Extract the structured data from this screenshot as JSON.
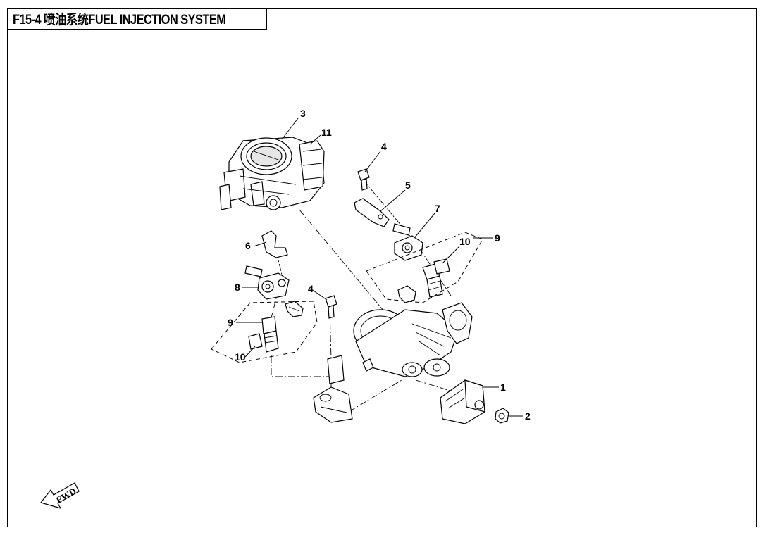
{
  "title": "F15-4 喷油系统FUEL INJECTION SYSTEM",
  "callouts": {
    "c1": "1",
    "c2": "2",
    "c3": "3",
    "c4a": "4",
    "c4b": "4",
    "c5": "5",
    "c6": "6",
    "c7": "7",
    "c8": "8",
    "c9a": "9",
    "c9b": "9",
    "c10a": "10",
    "c10b": "10",
    "c11": "11"
  },
  "direction_indicator": "FWD",
  "icons": {
    "forward_arrow": "fwd-arrow-icon"
  }
}
